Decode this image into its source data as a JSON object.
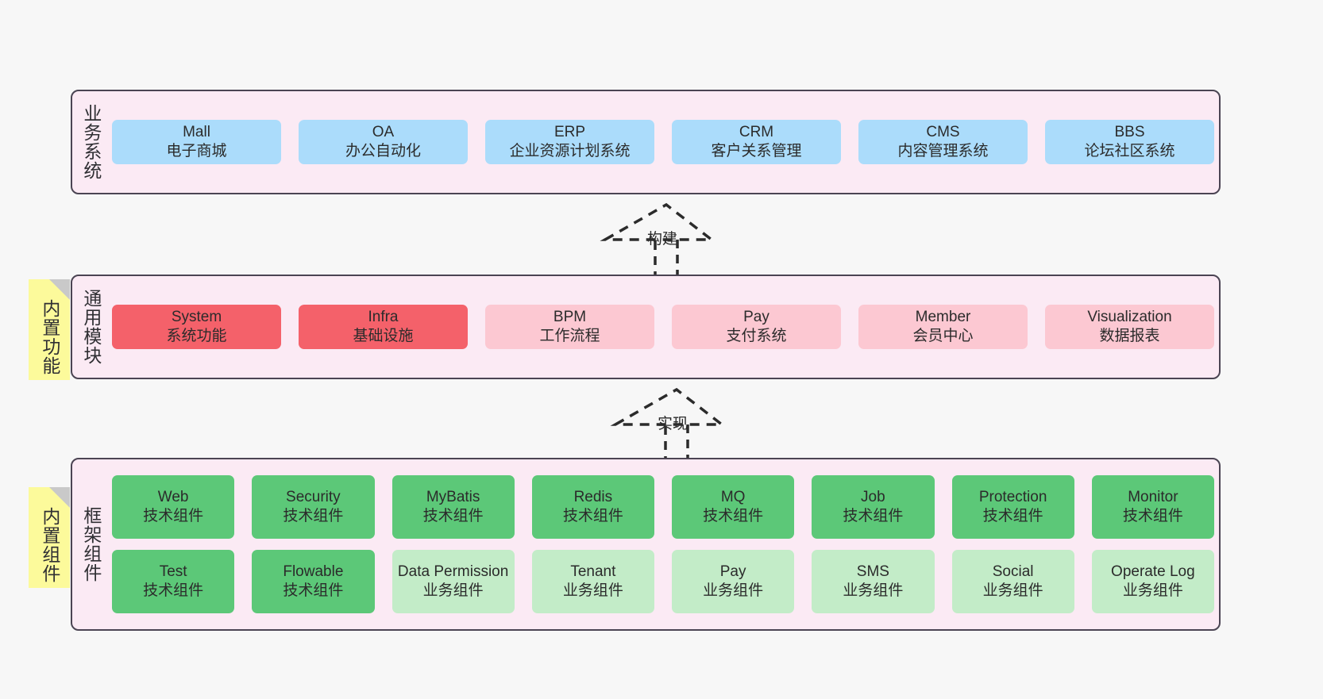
{
  "diagram": {
    "title_text": "",
    "colors": {
      "panel_bg": "#fbeaf4",
      "panel_border": "#4b4453",
      "business_card": "#abdcfb",
      "core_module_card": "#f4616a",
      "module_card": "#fcc8d2",
      "tech_component_card": "#5cc878",
      "biz_component_card": "#c3ecc8",
      "note_bg": "#fcfa9b",
      "page_bg": "#f7f7f7"
    }
  },
  "layers": {
    "business": {
      "label": "业务系统",
      "cards": [
        {
          "name": "Mall",
          "desc": "电子商城"
        },
        {
          "name": "OA",
          "desc": "办公自动化"
        },
        {
          "name": "ERP",
          "desc": "企业资源计划系统"
        },
        {
          "name": "CRM",
          "desc": "客户关系管理"
        },
        {
          "name": "CMS",
          "desc": "内容管理系统"
        },
        {
          "name": "BBS",
          "desc": "论坛社区系统"
        }
      ]
    },
    "common": {
      "label": "通用模块",
      "note": "内置功能",
      "cards": [
        {
          "name": "System",
          "desc": "系统功能",
          "tone": "red"
        },
        {
          "name": "Infra",
          "desc": "基础设施",
          "tone": "red"
        },
        {
          "name": "BPM",
          "desc": "工作流程",
          "tone": "pink"
        },
        {
          "name": "Pay",
          "desc": "支付系统",
          "tone": "pink"
        },
        {
          "name": "Member",
          "desc": "会员中心",
          "tone": "pink"
        },
        {
          "name": "Visualization",
          "desc": "数据报表",
          "tone": "pink"
        }
      ]
    },
    "framework": {
      "label": "框架组件",
      "note": "内置组件",
      "row1": [
        {
          "name": "Web",
          "desc": "技术组件",
          "tone": "green"
        },
        {
          "name": "Security",
          "desc": "技术组件",
          "tone": "green"
        },
        {
          "name": "MyBatis",
          "desc": "技术组件",
          "tone": "green"
        },
        {
          "name": "Redis",
          "desc": "技术组件",
          "tone": "green"
        },
        {
          "name": "MQ",
          "desc": "技术组件",
          "tone": "green"
        },
        {
          "name": "Job",
          "desc": "技术组件",
          "tone": "green"
        },
        {
          "name": "Protection",
          "desc": "技术组件",
          "tone": "green"
        },
        {
          "name": "Monitor",
          "desc": "技术组件",
          "tone": "green"
        }
      ],
      "row2": [
        {
          "name": "Test",
          "desc": "技术组件",
          "tone": "green"
        },
        {
          "name": "Flowable",
          "desc": "技术组件",
          "tone": "green"
        },
        {
          "name": "Data Permission",
          "desc": "业务组件",
          "tone": "lightgreen"
        },
        {
          "name": "Tenant",
          "desc": "业务组件",
          "tone": "lightgreen"
        },
        {
          "name": "Pay",
          "desc": "业务组件",
          "tone": "lightgreen"
        },
        {
          "name": "SMS",
          "desc": "业务组件",
          "tone": "lightgreen"
        },
        {
          "name": "Social",
          "desc": "业务组件",
          "tone": "lightgreen"
        },
        {
          "name": "Operate Log",
          "desc": "业务组件",
          "tone": "lightgreen"
        }
      ]
    }
  },
  "connectors": [
    {
      "id": "build",
      "label": "构建"
    },
    {
      "id": "implement",
      "label": "实现"
    }
  ]
}
